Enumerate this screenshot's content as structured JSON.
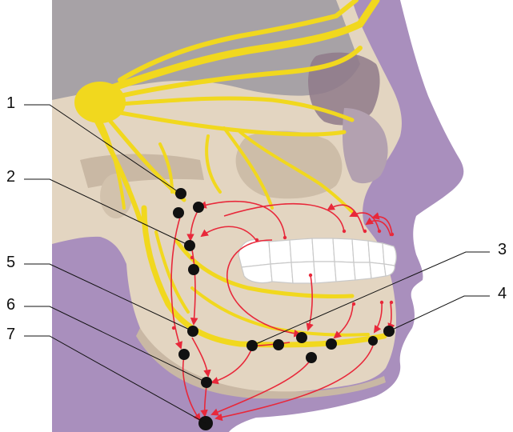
{
  "colors": {
    "background": "#ffffff",
    "skin_purple": "#a98fbd",
    "skin_purple_dark": "#8f74a8",
    "bone": "#e3d5c1",
    "bone_shadow": "#c9b8a4",
    "skull_gray": "#a7a2a6",
    "nerve_yellow": "#f1d81e",
    "nerve_yellow_dark": "#d9be0a",
    "tooth_white": "#ffffff",
    "tooth_outline": "#c9c9c9",
    "arrow_red": "#e8283a",
    "node_black": "#111111",
    "leader_line": "#111111"
  },
  "callouts": [
    {
      "label": "1"
    },
    {
      "label": "2"
    },
    {
      "label": "3"
    },
    {
      "label": "4"
    },
    {
      "label": "5"
    },
    {
      "label": "6"
    },
    {
      "label": "7"
    }
  ]
}
